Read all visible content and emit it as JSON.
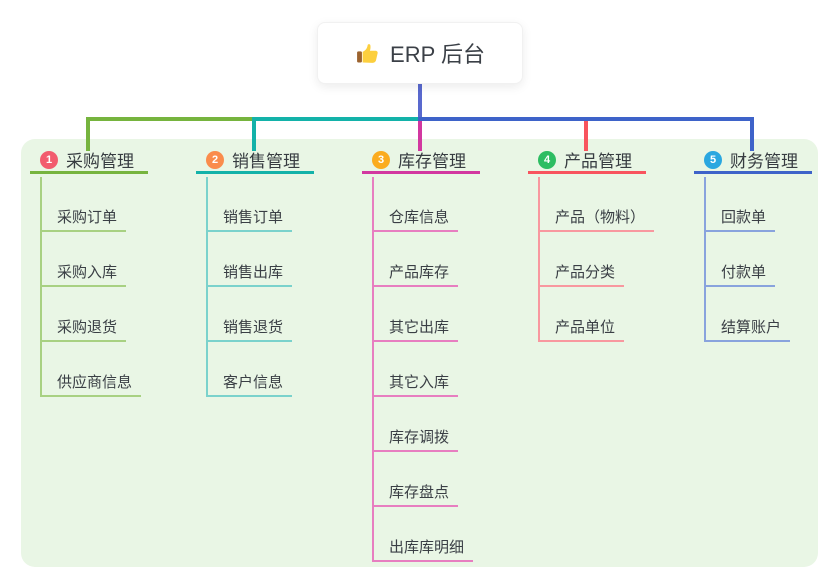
{
  "root": {
    "label": "ERP 后台",
    "icon": "thumbs-up"
  },
  "panel": {
    "background": "#e9f6e5"
  },
  "connector": {
    "root_line_color": "#5969ce"
  },
  "branches": [
    {
      "number": "1",
      "label": "采购管理",
      "badge_color": "#f25c6e",
      "line_color": "#76b43e",
      "child_line_color": "#a8d182",
      "children": [
        "采购订单",
        "采购入库",
        "采购退货",
        "供应商信息"
      ]
    },
    {
      "number": "2",
      "label": "销售管理",
      "badge_color": "#fa8c4c",
      "line_color": "#13b2a9",
      "child_line_color": "#7ad2cc",
      "children": [
        "销售订单",
        "销售出库",
        "销售退货",
        "客户信息"
      ]
    },
    {
      "number": "3",
      "label": "库存管理",
      "badge_color": "#fbac1f",
      "line_color": "#d238a0",
      "child_line_color": "#e77ec0",
      "children": [
        "仓库信息",
        "产品库存",
        "其它出库",
        "其它入库",
        "库存调拨",
        "库存盘点",
        "出库库明细"
      ]
    },
    {
      "number": "4",
      "label": "产品管理",
      "badge_color": "#2dbd62",
      "line_color": "#f8545e",
      "child_line_color": "#f8989f",
      "children": [
        "产品（物料）",
        "产品分类",
        "产品单位"
      ]
    },
    {
      "number": "5",
      "label": "财务管理",
      "badge_color": "#2aa7e0",
      "line_color": "#3e63c9",
      "child_line_color": "#89a3dd",
      "children": [
        "回款单",
        "付款单",
        "结算账户"
      ]
    }
  ]
}
